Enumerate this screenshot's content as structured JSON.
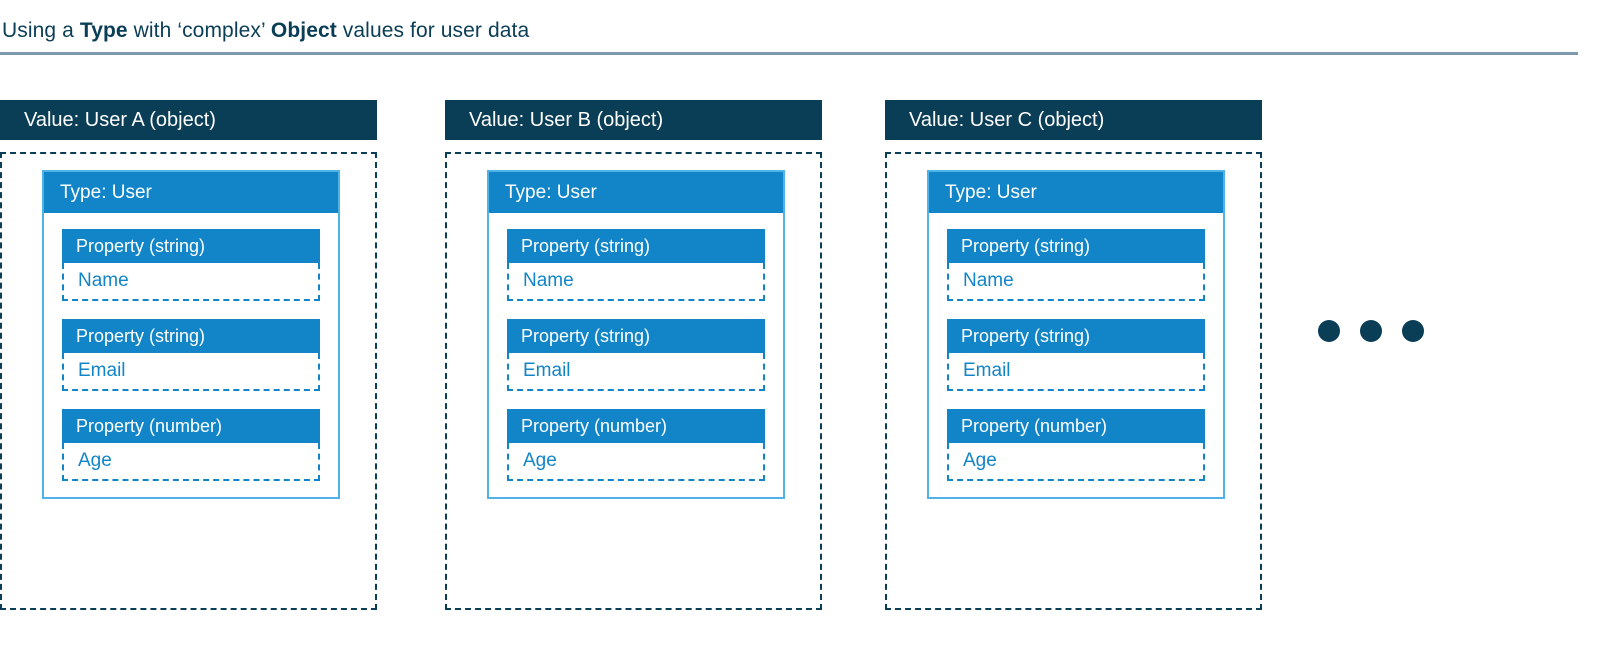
{
  "title": {
    "prefix": "Using a ",
    "bold1": "Type",
    "middle": " with ‘complex’ ",
    "bold2": "Object",
    "suffix": " values for user data"
  },
  "colors": {
    "navy": "#0a3d56",
    "blue": "#1185c8",
    "light_blue_border": "#4fb3e8",
    "rule": "#7d9aad",
    "white": "#ffffff"
  },
  "cards": [
    {
      "header": "Value: User A (object)",
      "type_header": "Type: User",
      "properties": [
        {
          "label": "Property (string)",
          "value": "Name"
        },
        {
          "label": "Property (string)",
          "value": "Email"
        },
        {
          "label": "Property (number)",
          "value": "Age"
        }
      ]
    },
    {
      "header": "Value: User B (object)",
      "type_header": "Type: User",
      "properties": [
        {
          "label": "Property (string)",
          "value": "Name"
        },
        {
          "label": "Property (string)",
          "value": "Email"
        },
        {
          "label": "Property (number)",
          "value": "Age"
        }
      ]
    },
    {
      "header": "Value: User C (object)",
      "type_header": "Type: User",
      "properties": [
        {
          "label": "Property (string)",
          "value": "Name"
        },
        {
          "label": "Property (string)",
          "value": "Email"
        },
        {
          "label": "Property (number)",
          "value": "Age"
        }
      ]
    }
  ],
  "ellipsis": {
    "label": "more-items-indicator",
    "dot_count": 3
  }
}
